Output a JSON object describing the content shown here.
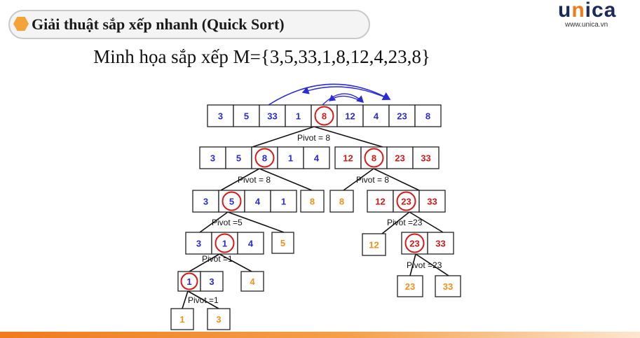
{
  "header": {
    "title": "Giải thuật sắp xếp nhanh (Quick Sort)",
    "logo_text": "unica",
    "logo_url": "www.unica.vn"
  },
  "heading": "Minh họa sắp xếp M={3,5,33,1,8,12,4,23,8}",
  "colors": {
    "blue": "#2a2ad6",
    "red": "#d61a1a",
    "orange": "#f0901e",
    "logo_dark": "#1b2a5a",
    "logo_orange": "#f07a1c"
  },
  "tree": {
    "root": {
      "cells": [
        [
          "3",
          "blue"
        ],
        [
          "5",
          "blue"
        ],
        [
          "33",
          "blue"
        ],
        [
          "1",
          "blue"
        ],
        [
          "8",
          "red",
          true
        ],
        [
          "12",
          "blue"
        ],
        [
          "4",
          "blue"
        ],
        [
          "23",
          "blue"
        ],
        [
          "8",
          "blue"
        ]
      ]
    },
    "pivots": [
      "Pivot = 8",
      "Pivot = 8",
      "Pivot = 8",
      "Pivot =5",
      "Pivot =23",
      "Pivot =1",
      "Pivot =23",
      "Pivot =1"
    ],
    "nodes": [
      {
        "cells": [
          [
            "3",
            "blue"
          ],
          [
            "5",
            "blue"
          ],
          [
            "8",
            "blue",
            true
          ],
          [
            "1",
            "blue"
          ],
          [
            "4",
            "blue"
          ]
        ]
      },
      {
        "cells": [
          [
            "12",
            "red"
          ],
          [
            "8",
            "red",
            true
          ],
          [
            "23",
            "red"
          ],
          [
            "33",
            "red"
          ]
        ]
      },
      {
        "cells": [
          [
            "3",
            "blue"
          ],
          [
            "5",
            "blue",
            true
          ],
          [
            "4",
            "blue"
          ],
          [
            "1",
            "blue"
          ]
        ]
      },
      {
        "cells": [
          [
            "8",
            "orange"
          ]
        ]
      },
      {
        "cells": [
          [
            "8",
            "orange"
          ]
        ]
      },
      {
        "cells": [
          [
            "12",
            "red"
          ],
          [
            "23",
            "red",
            true
          ],
          [
            "33",
            "red"
          ]
        ]
      },
      {
        "cells": [
          [
            "3",
            "blue"
          ],
          [
            "1",
            "blue",
            true
          ],
          [
            "4",
            "blue"
          ]
        ]
      },
      {
        "cells": [
          [
            "5",
            "orange"
          ]
        ]
      },
      {
        "cells": [
          [
            "12",
            "orange"
          ]
        ]
      },
      {
        "cells": [
          [
            "23",
            "red",
            true
          ],
          [
            "33",
            "red"
          ]
        ]
      },
      {
        "cells": [
          [
            "1",
            "blue",
            true
          ],
          [
            "3",
            "blue"
          ]
        ]
      },
      {
        "cells": [
          [
            "4",
            "orange"
          ]
        ]
      },
      {
        "cells": [
          [
            "23",
            "orange"
          ]
        ]
      },
      {
        "cells": [
          [
            "33",
            "orange"
          ]
        ]
      },
      {
        "cells": [
          [
            "1",
            "orange"
          ]
        ]
      },
      {
        "cells": [
          [
            "3",
            "orange"
          ]
        ]
      }
    ]
  }
}
